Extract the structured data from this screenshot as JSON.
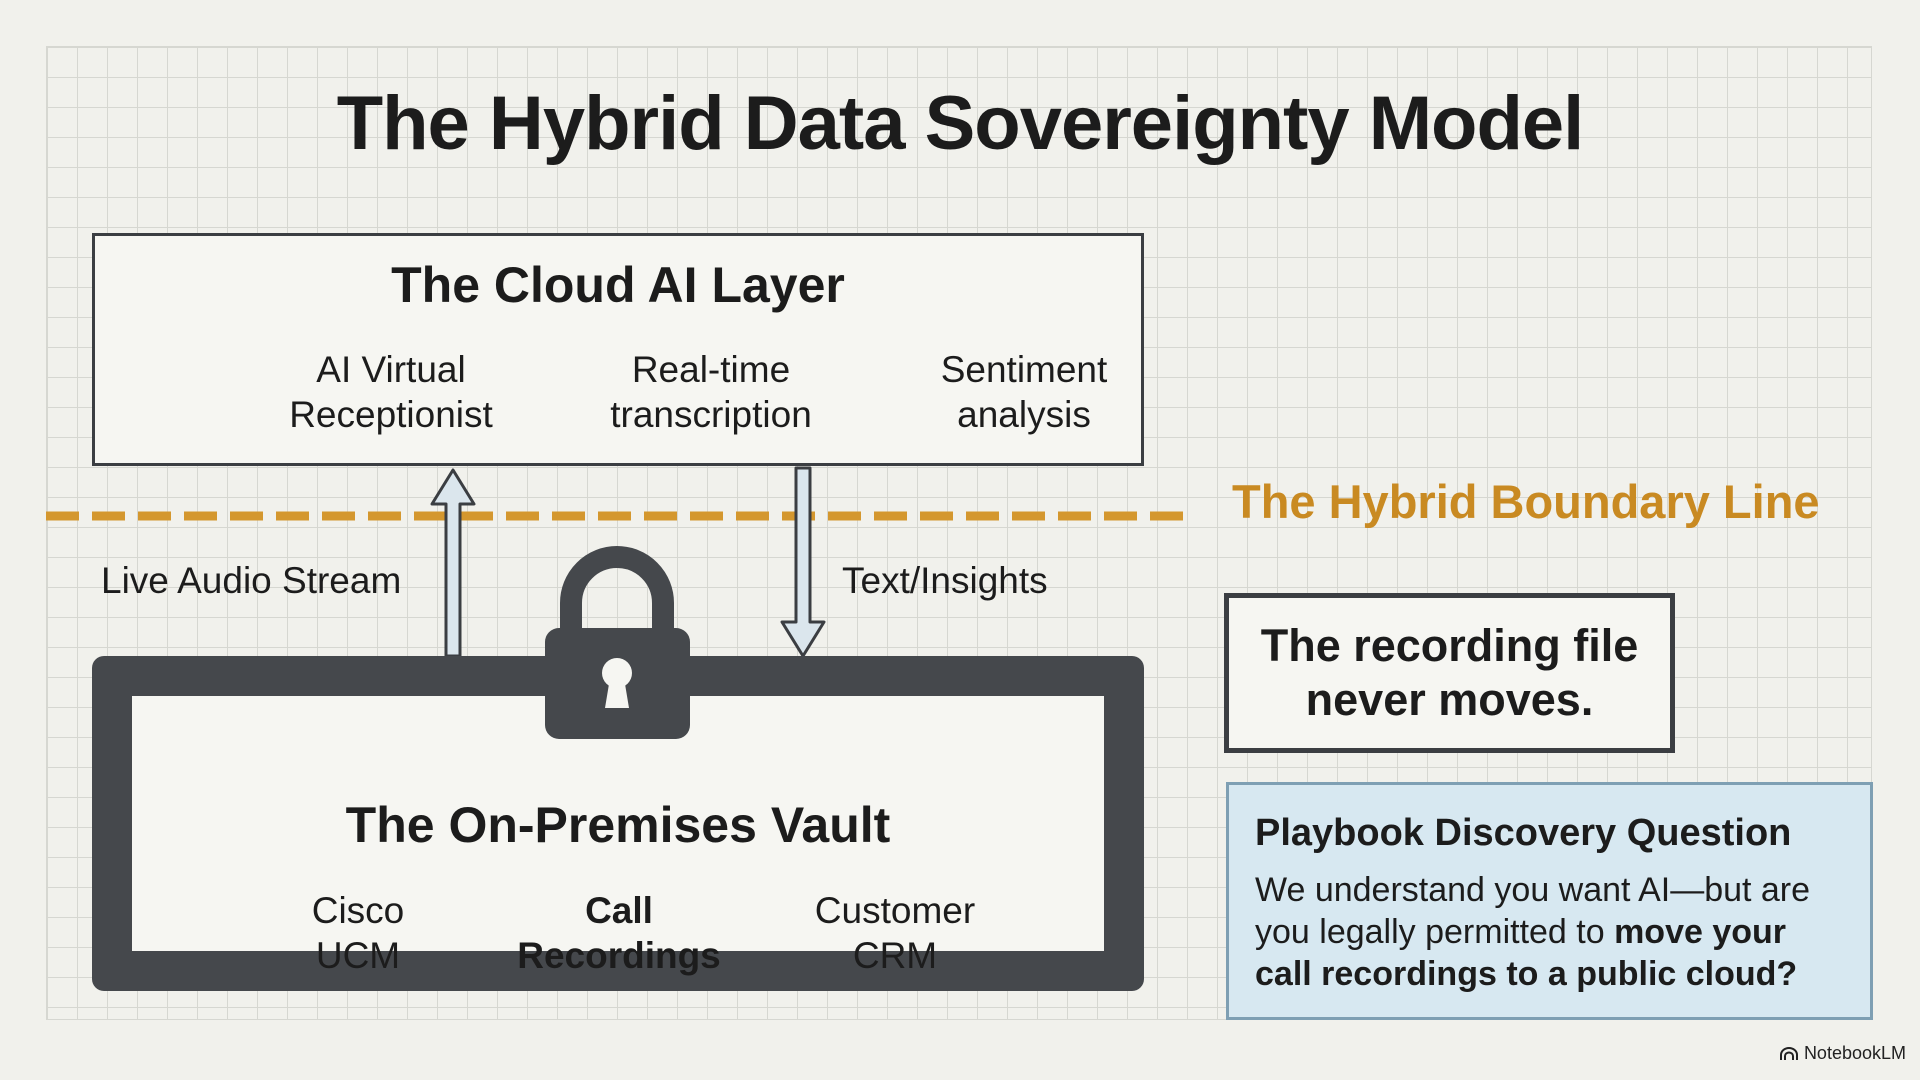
{
  "title": "The Hybrid Data Sovereignty Model",
  "cloud_layer": {
    "title": "The Cloud AI Layer",
    "features": [
      "AI Virtual\nReceptionist",
      "Real-time\ntranscription",
      "Sentiment\nanalysis"
    ]
  },
  "boundary": {
    "label": "The Hybrid Boundary Line",
    "color": "#c98a22"
  },
  "flows": {
    "up_label": "Live Audio Stream",
    "down_label": "Text/Insights"
  },
  "vault": {
    "title": "The On-Premises Vault",
    "items": [
      "Cisco\nUCM",
      "Call\nRecordings",
      "Customer\nCRM"
    ]
  },
  "note": "The recording file\nnever moves.",
  "playbook": {
    "title": "Playbook Discovery Question",
    "text_plain": "We understand you want AI—but are you legally permitted to ",
    "text_bold": "move your call recordings to a public cloud?"
  },
  "brand": "NotebookLM",
  "icons": {
    "lock": "lock-icon",
    "up_arrow": "up-arrow-icon",
    "down_arrow": "down-arrow-icon",
    "brand_logo": "notebooklm-logo-icon"
  },
  "colors": {
    "background": "#f1f1ec",
    "vault_frame": "#45484c",
    "playbook_bg": "#d7e8f1",
    "arrow_fill": "#dbe6ed"
  }
}
